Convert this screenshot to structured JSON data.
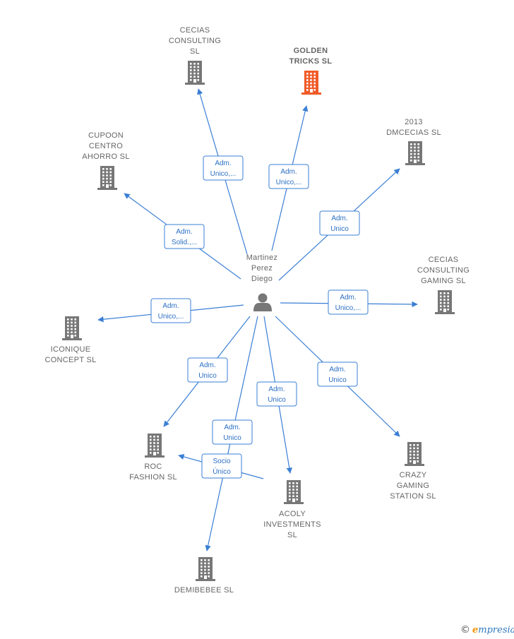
{
  "center": {
    "name_lines": [
      "Martinez",
      "Perez",
      "Diego"
    ],
    "icon": "person-icon"
  },
  "colors": {
    "edge": "#3a7fd5",
    "building": "#777777",
    "highlight": "#f05a28"
  },
  "companies": [
    {
      "id": "cecias-consulting",
      "lines": [
        "CECIAS",
        "CONSULTING",
        "SL"
      ],
      "role": [
        "Adm.",
        "Unico,..."
      ],
      "highlight": false
    },
    {
      "id": "golden-tricks",
      "lines": [
        "GOLDEN",
        "TRICKS  SL"
      ],
      "role": [
        "Adm.",
        "Unico,..."
      ],
      "highlight": true
    },
    {
      "id": "dmcecias",
      "lines": [
        "2013",
        "DMCECIAS SL"
      ],
      "role": [
        "Adm.",
        "Unico"
      ],
      "highlight": false
    },
    {
      "id": "cupoon",
      "lines": [
        "CUPOON",
        "CENTRO",
        "AHORRO SL"
      ],
      "role": [
        "Adm.",
        "Solid.,..."
      ],
      "highlight": false
    },
    {
      "id": "cecias-gaming",
      "lines": [
        "CECIAS",
        "CONSULTING",
        "GAMING  SL"
      ],
      "role": [
        "Adm.",
        "Unico,..."
      ],
      "highlight": false
    },
    {
      "id": "iconique",
      "lines": [
        "ICONIQUE",
        "CONCEPT  SL"
      ],
      "role": [
        "Adm.",
        "Unico,..."
      ],
      "highlight": false
    },
    {
      "id": "roc-fashion",
      "lines": [
        "ROC",
        "FASHION  SL"
      ],
      "role": [
        "Adm.",
        "Unico"
      ],
      "highlight": false
    },
    {
      "id": "acoly",
      "lines": [
        "ACOLY",
        "INVESTMENTS",
        "SL"
      ],
      "role": [
        "Adm.",
        "Unico"
      ],
      "highlight": false
    },
    {
      "id": "crazy-gaming",
      "lines": [
        "CRAZY",
        "GAMING",
        "STATION  SL"
      ],
      "role": [
        "Adm.",
        "Unico"
      ],
      "highlight": false
    },
    {
      "id": "demibebee",
      "lines": [
        "DEMIBEBEE SL"
      ],
      "role": [
        "Adm.",
        "Unico"
      ],
      "highlight": false
    }
  ],
  "secondary_edge": {
    "from": "acoly",
    "to": "roc-fashion",
    "role": [
      "Socio",
      "Único"
    ]
  },
  "brand": {
    "copyright": "©",
    "initial": "e",
    "rest": "mpresia"
  }
}
